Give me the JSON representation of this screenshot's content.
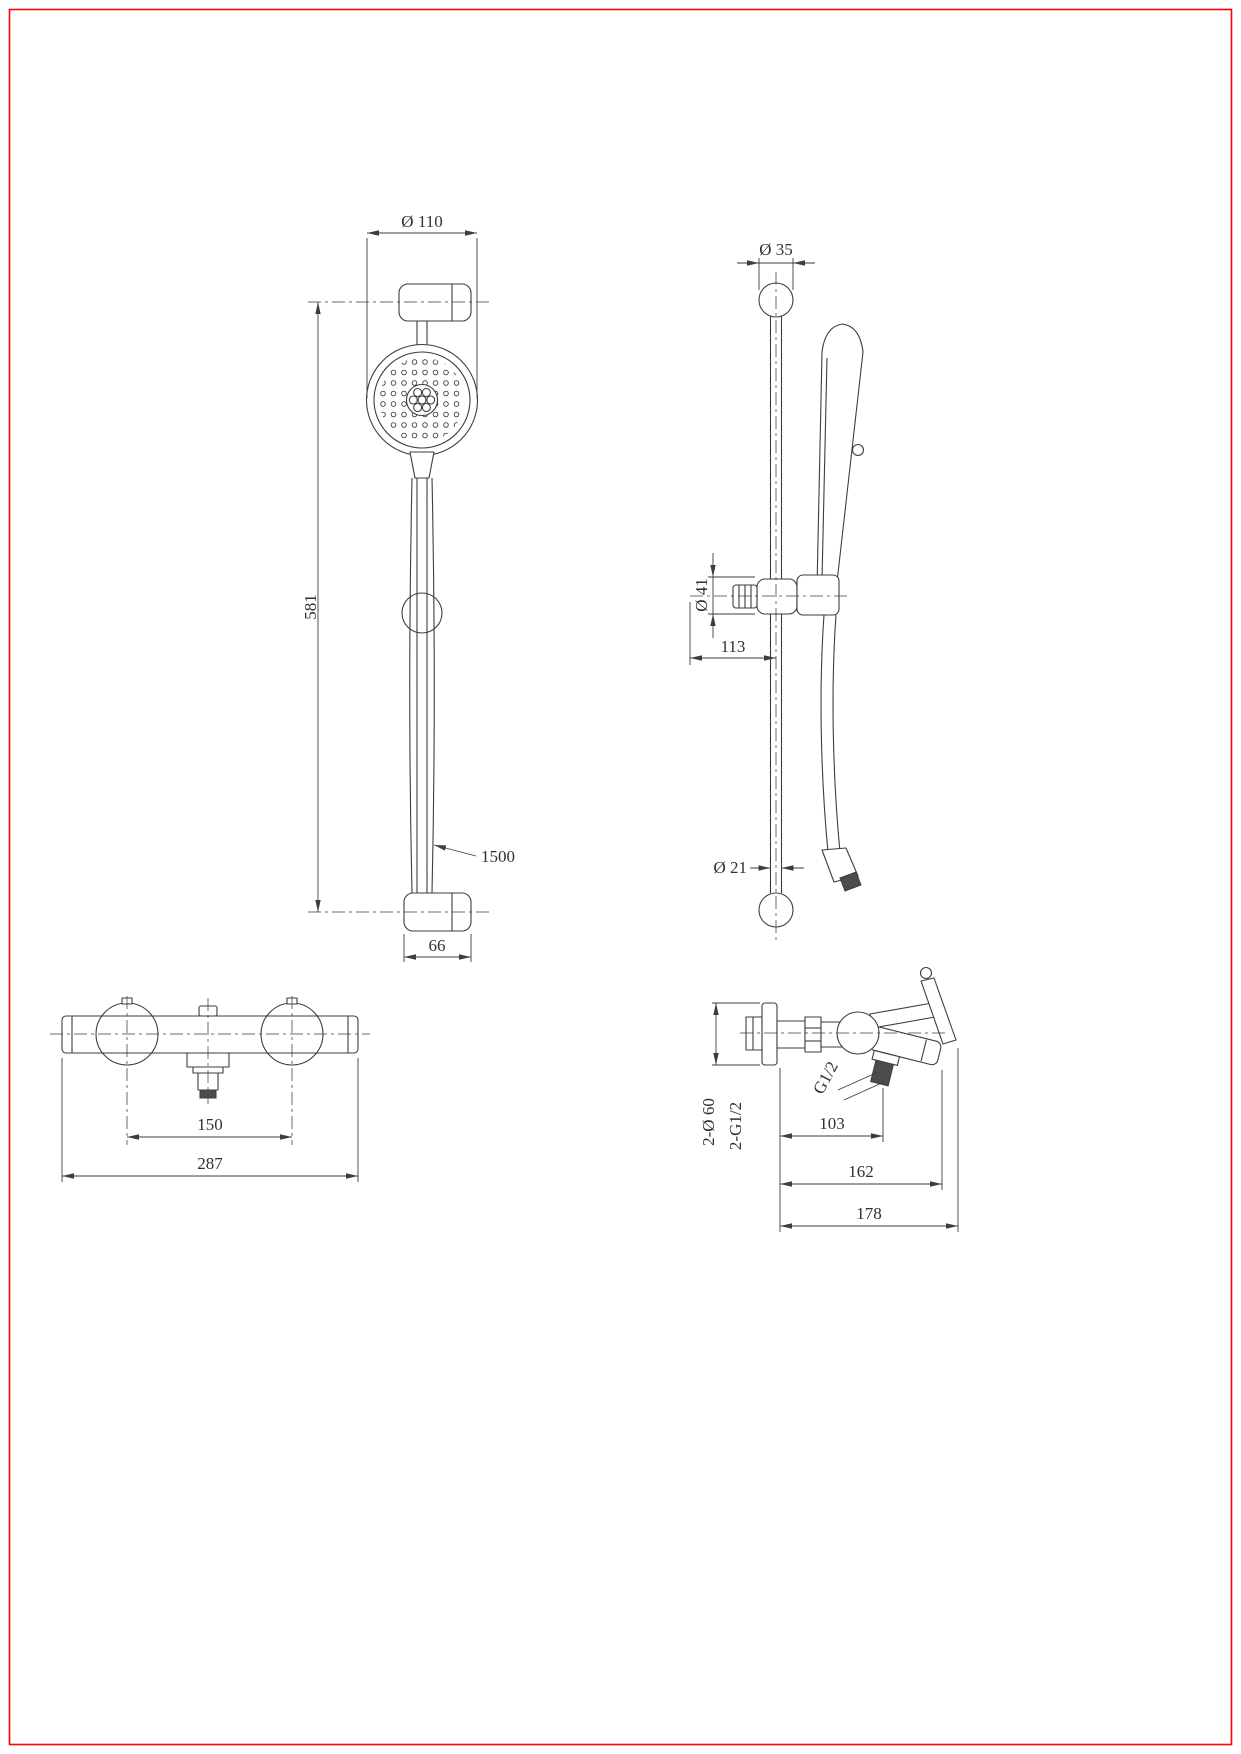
{
  "sheet": {
    "background": "#ffffff",
    "frame_color": "#ff0000",
    "line_color": "#3d3d3d"
  },
  "views": {
    "shower_front": {
      "dims": {
        "head_diameter": "Ø 110",
        "bar_height": "581",
        "hose_length": "1500",
        "bracket_width": "66"
      }
    },
    "shower_side": {
      "dims": {
        "top_cap_diameter": "Ø 35",
        "holder_ring_diameter": "Ø 41",
        "holder_depth": "113",
        "bar_diameter": "Ø 21"
      }
    },
    "mixer_front": {
      "dims": {
        "inlet_center_distance": "150",
        "overall_width": "287"
      }
    },
    "mixer_side": {
      "dims": {
        "flange_diameter": "2-Ø 60",
        "inlet_thread": "2-G1/2",
        "outlet_thread": "G1/2",
        "outlet_offset": "103",
        "spout_reach": "162",
        "overall_depth": "178"
      }
    }
  }
}
